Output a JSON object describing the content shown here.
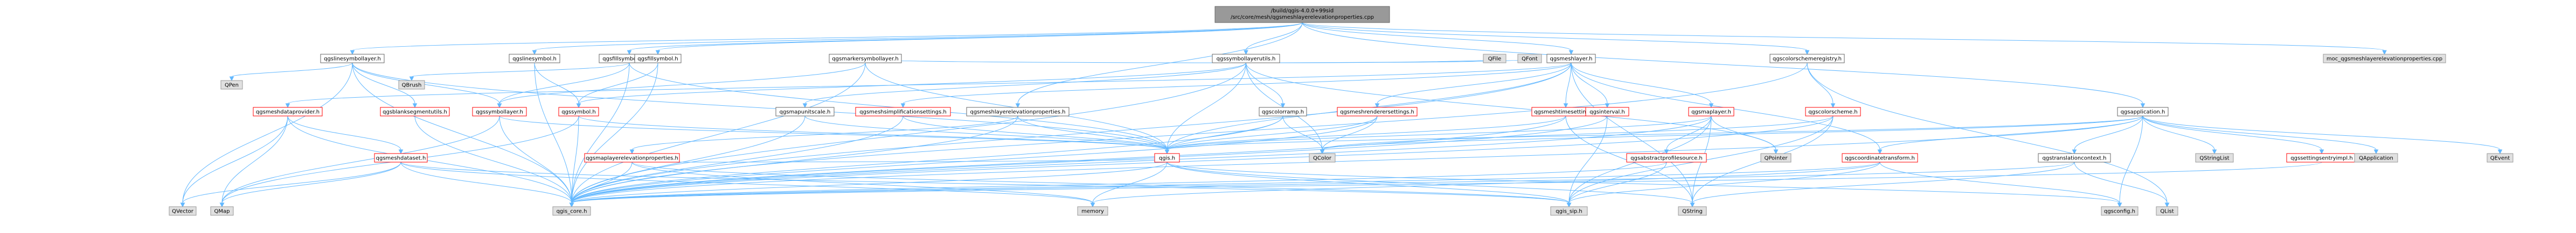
{
  "nodes": [
    {
      "id": "root",
      "label": [
        "/build/qgis-4.0.0+99sid",
        "/src/core/mesh/qgsmeshlayerelevationproperties.cpp"
      ],
      "kind": "root"
    },
    {
      "id": "qgssymbollayerutils.h",
      "label": [
        "qgssymbollayerutils.h"
      ],
      "kind": "doc"
    },
    {
      "id": "moc_qgsmeshlayerelevationproperties.cpp",
      "label": [
        "moc_qgsmeshlayerelevationproperties.cpp"
      ],
      "kind": "ext"
    },
    {
      "id": "qgslinesymbollayer.h",
      "label": [
        "qgslinesymbollayer.h"
      ],
      "kind": "doc"
    },
    {
      "id": "qgsfillsymbollayer.h",
      "label": [
        "qgsfillsymbollayer.h"
      ],
      "kind": "doc"
    },
    {
      "id": "qgslinesymbol.h",
      "label": [
        "qgslinesymbol.h"
      ],
      "kind": "doc"
    },
    {
      "id": "qgsfillsymbol.h",
      "label": [
        "qgsfillsymbol.h"
      ],
      "kind": "doc"
    },
    {
      "id": "qgsmarkersymbollayer.h",
      "label": [
        "qgsmarkersymbollayer.h"
      ],
      "kind": "doc"
    },
    {
      "id": "QFile",
      "label": [
        "QFile"
      ],
      "kind": "ext"
    },
    {
      "id": "QFont",
      "label": [
        "QFont"
      ],
      "kind": "ext"
    },
    {
      "id": "qgsmeshlayer.h",
      "label": [
        "qgsmeshlayer.h"
      ],
      "kind": "doc"
    },
    {
      "id": "qgscolorschemeregistry.h",
      "label": [
        "qgscolorschemeregistry.h"
      ],
      "kind": "doc"
    },
    {
      "id": "qgsapplication.h",
      "label": [
        "qgsapplication.h"
      ],
      "kind": "doc"
    },
    {
      "id": "QPen",
      "label": [
        "QPen"
      ],
      "kind": "ext"
    },
    {
      "id": "QBrush",
      "label": [
        "QBrush"
      ],
      "kind": "ext"
    },
    {
      "id": "qgsmeshdataprovider.h",
      "label": [
        "qgsmeshdataprovider.h"
      ],
      "kind": "red"
    },
    {
      "id": "qgsblanksegmentutils.h",
      "label": [
        "qgsblanksegmentutils.h"
      ],
      "kind": "red"
    },
    {
      "id": "qgssymbollayer.h",
      "label": [
        "qgssymbollayer.h"
      ],
      "kind": "red"
    },
    {
      "id": "qgssymbol.h",
      "label": [
        "qgssymbol.h"
      ],
      "kind": "red"
    },
    {
      "id": "qgsmapunitscale.h",
      "label": [
        "qgsmapunitscale.h"
      ],
      "kind": "doc"
    },
    {
      "id": "qgsmeshsimplificationsettings.h",
      "label": [
        "qgsmeshsimplificationsettings.h"
      ],
      "kind": "red"
    },
    {
      "id": "qgsmeshlayerelevationproperties.h",
      "label": [
        "qgsmeshlayerelevationproperties.h"
      ],
      "kind": "doc"
    },
    {
      "id": "qgscolorramp.h",
      "label": [
        "qgscolorramp.h"
      ],
      "kind": "doc"
    },
    {
      "id": "qgsmeshrenderersettings.h",
      "label": [
        "qgsmeshrenderersettings.h"
      ],
      "kind": "red"
    },
    {
      "id": "qgsmeshtimesettings.h",
      "label": [
        "qgsmeshtimesettings.h"
      ],
      "kind": "red"
    },
    {
      "id": "qgsinterval.h",
      "label": [
        "qgsinterval.h"
      ],
      "kind": "red"
    },
    {
      "id": "qgsmaplayer.h",
      "label": [
        "qgsmaplayer.h"
      ],
      "kind": "red"
    },
    {
      "id": "qgscolorscheme.h",
      "label": [
        "qgscolorscheme.h"
      ],
      "kind": "red"
    },
    {
      "id": "QVector",
      "label": [
        "QVector"
      ],
      "kind": "ext"
    },
    {
      "id": "QMap",
      "label": [
        "QMap"
      ],
      "kind": "ext"
    },
    {
      "id": "qgsmeshdataset.h",
      "label": [
        "qgsmeshdataset.h"
      ],
      "kind": "red"
    },
    {
      "id": "qgsmaplayerelevationproperties.h",
      "label": [
        "qgsmaplayerelevationproperties.h"
      ],
      "kind": "red"
    },
    {
      "id": "qgis.h",
      "label": [
        "qgis.h"
      ],
      "kind": "red"
    },
    {
      "id": "QColor",
      "label": [
        "QColor"
      ],
      "kind": "ext"
    },
    {
      "id": "qgsabstractprofilesource.h",
      "label": [
        "qgsabstractprofilesource.h"
      ],
      "kind": "red"
    },
    {
      "id": "QPointer",
      "label": [
        "QPointer"
      ],
      "kind": "ext"
    },
    {
      "id": "qgscoordinatetransform.h",
      "label": [
        "qgscoordinatetransform.h"
      ],
      "kind": "red"
    },
    {
      "id": "qgstranslationcontext.h",
      "label": [
        "qgstranslationcontext.h"
      ],
      "kind": "doc"
    },
    {
      "id": "QStringList",
      "label": [
        "QStringList"
      ],
      "kind": "ext"
    },
    {
      "id": "qgssettingsentryimpl.h",
      "label": [
        "qgssettingsentryimpl.h"
      ],
      "kind": "red"
    },
    {
      "id": "QApplication",
      "label": [
        "QApplication"
      ],
      "kind": "ext"
    },
    {
      "id": "QEvent",
      "label": [
        "QEvent"
      ],
      "kind": "ext"
    },
    {
      "id": "qgis_core.h",
      "label": [
        "qgis_core.h"
      ],
      "kind": "ext"
    },
    {
      "id": "memory",
      "label": [
        "memory"
      ],
      "kind": "ext"
    },
    {
      "id": "qgis_sip.h",
      "label": [
        "qgis_sip.h"
      ],
      "kind": "ext"
    },
    {
      "id": "QString",
      "label": [
        "QString"
      ],
      "kind": "ext"
    },
    {
      "id": "qgsconfig.h",
      "label": [
        "qgsconfig.h"
      ],
      "kind": "ext"
    },
    {
      "id": "QList",
      "label": [
        "QList"
      ],
      "kind": "ext"
    }
  ],
  "edges": [
    [
      "root",
      "qgssymbollayerutils.h"
    ],
    [
      "root",
      "moc_qgsmeshlayerelevationproperties.cpp"
    ],
    [
      "root",
      "qgslinesymbollayer.h"
    ],
    [
      "root",
      "qgsfillsymbollayer.h"
    ],
    [
      "root",
      "qgslinesymbol.h"
    ],
    [
      "root",
      "qgsfillsymbol.h"
    ],
    [
      "root",
      "qgsmeshlayer.h"
    ],
    [
      "root",
      "qgsapplication.h"
    ],
    [
      "root",
      "qgsmeshlayerelevationproperties.h"
    ],
    [
      "root",
      "qgscolorschemeregistry.h"
    ],
    [
      "qgssymbollayerutils.h",
      "qgis_core.h"
    ],
    [
      "qgssymbollayerutils.h",
      "qgis.h"
    ],
    [
      "qgssymbollayerutils.h",
      "qgsmarkersymbollayer.h"
    ],
    [
      "qgssymbollayerutils.h",
      "QFile"
    ],
    [
      "qgssymbollayerutils.h",
      "QFont"
    ],
    [
      "qgssymbollayerutils.h",
      "qgscolorramp.h"
    ],
    [
      "qgssymbollayerutils.h",
      "qgssymbol.h"
    ],
    [
      "qgssymbollayerutils.h",
      "qgsmapunitscale.h"
    ],
    [
      "qgssymbollayerutils.h",
      "QColor"
    ],
    [
      "qgssymbollayerutils.h",
      "QPointer"
    ],
    [
      "qgslinesymbollayer.h",
      "qgis_core.h"
    ],
    [
      "qgslinesymbollayer.h",
      "qgis.h"
    ],
    [
      "qgslinesymbollayer.h",
      "qgssymbollayer.h"
    ],
    [
      "qgslinesymbollayer.h",
      "QPen"
    ],
    [
      "qgslinesymbollayer.h",
      "QVector"
    ],
    [
      "qgslinesymbollayer.h",
      "qgsblanksegmentutils.h"
    ],
    [
      "qgsfillsymbollayer.h",
      "qgssymbollayer.h"
    ],
    [
      "qgsfillsymbollayer.h",
      "QBrush"
    ],
    [
      "qgsfillsymbollayer.h",
      "qgis.h"
    ],
    [
      "qgsfillsymbollayer.h",
      "qgis_core.h"
    ],
    [
      "qgslinesymbol.h",
      "qgssymbol.h"
    ],
    [
      "qgslinesymbol.h",
      "qgis_core.h"
    ],
    [
      "qgsfillsymbol.h",
      "qgssymbol.h"
    ],
    [
      "qgsfillsymbol.h",
      "qgis_core.h"
    ],
    [
      "qgsmarkersymbollayer.h",
      "qgssymbollayer.h"
    ],
    [
      "qgsmarkersymbollayer.h",
      "qgis.h"
    ],
    [
      "qgsmarkersymbollayer.h",
      "qgis_core.h"
    ],
    [
      "qgsmeshlayer.h",
      "qgis_core.h"
    ],
    [
      "qgsmeshlayer.h",
      "qgsmaplayer.h"
    ],
    [
      "qgsmeshlayer.h",
      "qgsmeshdataprovider.h"
    ],
    [
      "qgsmeshlayer.h",
      "qgsmeshrenderersettings.h"
    ],
    [
      "qgsmeshlayer.h",
      "qgsmeshtimesettings.h"
    ],
    [
      "qgsmeshlayer.h",
      "qgsinterval.h"
    ],
    [
      "qgsmeshlayer.h",
      "qgsmeshsimplificationsettings.h"
    ],
    [
      "qgsmeshlayer.h",
      "qgscoordinatetransform.h"
    ],
    [
      "qgsmeshlayer.h",
      "qgis.h"
    ],
    [
      "qgsmeshlayer.h",
      "QString"
    ],
    [
      "qgscolorschemeregistry.h",
      "qgis_core.h"
    ],
    [
      "qgscolorschemeregistry.h",
      "qgscolorscheme.h"
    ],
    [
      "qgscolorschemeregistry.h",
      "QList"
    ],
    [
      "qgsapplication.h",
      "qgis_core.h"
    ],
    [
      "qgsapplication.h",
      "QApplication"
    ],
    [
      "qgsapplication.h",
      "QEvent"
    ],
    [
      "qgsapplication.h",
      "QStringList"
    ],
    [
      "qgsapplication.h",
      "qgsconfig.h"
    ],
    [
      "qgsapplication.h",
      "qgstranslationcontext.h"
    ],
    [
      "qgsapplication.h",
      "qgis.h"
    ],
    [
      "qgsapplication.h",
      "qgssettingsentryimpl.h"
    ],
    [
      "qgsapplication.h",
      "qgscoordinatetransform.h"
    ],
    [
      "qgsapplication.h",
      "QColor"
    ],
    [
      "qgsmeshdataprovider.h",
      "qgis_core.h"
    ],
    [
      "qgsmeshdataprovider.h",
      "QVector"
    ],
    [
      "qgsmeshdataprovider.h",
      "QMap"
    ],
    [
      "qgsmeshdataprovider.h",
      "qgsmeshdataset.h"
    ],
    [
      "qgsblanksegmentutils.h",
      "qgis_core.h"
    ],
    [
      "qgssymbollayer.h",
      "qgis.h"
    ],
    [
      "qgssymbollayer.h",
      "qgis_core.h"
    ],
    [
      "qgssymbollayer.h",
      "QMap"
    ],
    [
      "qgssymbol.h",
      "qgis.h"
    ],
    [
      "qgssymbol.h",
      "qgis_core.h"
    ],
    [
      "qgssymbol.h",
      "QMap"
    ],
    [
      "qgsmapunitscale.h",
      "qgis_core.h"
    ],
    [
      "qgsmapunitscale.h",
      "qgis.h"
    ],
    [
      "qgsmeshsimplificationsettings.h",
      "qgis_core.h"
    ],
    [
      "qgsmeshsimplificationsettings.h",
      "qgis.h"
    ],
    [
      "qgsmeshlayerelevationproperties.h",
      "qgis_core.h"
    ],
    [
      "qgsmeshlayerelevationproperties.h",
      "qgis.h"
    ],
    [
      "qgsmeshlayerelevationproperties.h",
      "qgsmaplayerelevationproperties.h"
    ],
    [
      "qgscolorramp.h",
      "qgis_core.h"
    ],
    [
      "qgscolorramp.h",
      "QColor"
    ],
    [
      "qgscolorramp.h",
      "qgis.h"
    ],
    [
      "qgsmeshrenderersettings.h",
      "qgis_core.h"
    ],
    [
      "qgsmeshrenderersettings.h",
      "QColor"
    ],
    [
      "qgsmeshrenderersettings.h",
      "qgis.h"
    ],
    [
      "qgsmeshtimesettings.h",
      "qgis_core.h"
    ],
    [
      "qgsmeshtimesettings.h",
      "qgis.h"
    ],
    [
      "qgsmeshtimesettings.h",
      "QString"
    ],
    [
      "qgsinterval.h",
      "qgis_core.h"
    ],
    [
      "qgsinterval.h",
      "qgis_sip.h"
    ],
    [
      "qgsmaplayer.h",
      "qgis_core.h"
    ],
    [
      "qgsmaplayer.h",
      "QPointer"
    ],
    [
      "qgsmaplayer.h",
      "qgis.h"
    ],
    [
      "qgsmaplayer.h",
      "qgsabstractprofilesource.h"
    ],
    [
      "qgsmaplayer.h",
      "QString"
    ],
    [
      "qgsmaplayer.h",
      "qgis_sip.h"
    ],
    [
      "qgscolorscheme.h",
      "qgis_core.h"
    ],
    [
      "qgscolorscheme.h",
      "QColor"
    ],
    [
      "qgscolorscheme.h",
      "qgis_sip.h"
    ],
    [
      "qgscolorscheme.h",
      "QString"
    ],
    [
      "qgsmeshdataset.h",
      "qgis_core.h"
    ],
    [
      "qgsmeshdataset.h",
      "QVector"
    ],
    [
      "qgsmeshdataset.h",
      "memory"
    ],
    [
      "qgsmeshdataset.h",
      "qgis_sip.h"
    ],
    [
      "qgsmeshdataset.h",
      "QMap"
    ],
    [
      "qgsmaplayerelevationproperties.h",
      "qgis_core.h"
    ],
    [
      "qgsmaplayerelevationproperties.h",
      "qgis.h"
    ],
    [
      "qgsmaplayerelevationproperties.h",
      "memory"
    ],
    [
      "qgsmaplayerelevationproperties.h",
      "qgis_sip.h"
    ],
    [
      "qgis.h",
      "qgis_core.h"
    ],
    [
      "qgis.h",
      "qgis_sip.h"
    ],
    [
      "qgis.h",
      "QString"
    ],
    [
      "qgis.h",
      "memory"
    ],
    [
      "qgis.h",
      "qgsconfig.h"
    ],
    [
      "qgsabstractprofilesource.h",
      "qgis_core.h"
    ],
    [
      "qgsabstractprofilesource.h",
      "qgis_sip.h"
    ],
    [
      "qgscoordinatetransform.h",
      "qgis_core.h"
    ],
    [
      "qgscoordinatetransform.h",
      "qgsconfig.h"
    ],
    [
      "qgscoordinatetransform.h",
      "qgis_sip.h"
    ],
    [
      "qgscoordinatetransform.h",
      "memory"
    ],
    [
      "qgstranslationcontext.h",
      "qgis_core.h"
    ],
    [
      "qgstranslationcontext.h",
      "QString"
    ],
    [
      "qgstranslationcontext.h",
      "QList"
    ],
    [
      "qgssettingsentryimpl.h",
      "qgis_core.h"
    ]
  ],
  "style": {
    "root_fill": "#999999",
    "root_stroke": "#666666",
    "doc_fill": "#ffffff",
    "doc_stroke": "#666666",
    "red_fill": "#ffffff",
    "red_stroke": "#ff0000",
    "ext_fill": "#e0e0e0",
    "ext_stroke": "#999999",
    "edge_color": "#63b8ff"
  }
}
